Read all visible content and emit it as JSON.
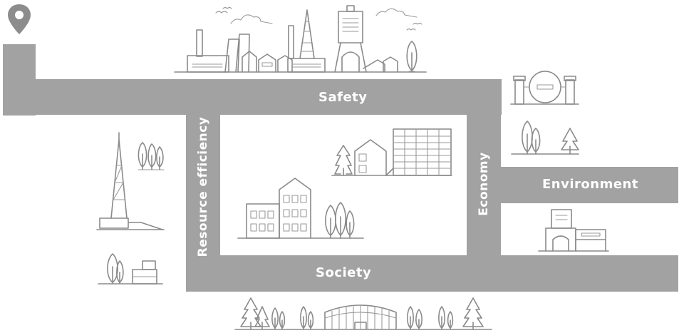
{
  "diagram": {
    "labels": {
      "safety": "Safety",
      "resource_efficiency": "Resource efficiency",
      "economy": "Economy",
      "environment": "Environment",
      "society": "Society"
    },
    "icons": {
      "start": "location-pin-icon",
      "top": "industrial-skyline-icon",
      "upper_right": "storage-tank-icon",
      "right": "trees-icon",
      "right_lower": "factory-building-icon",
      "left_upper": "drilling-rig-icon",
      "left_lower": "shed-icon",
      "center": "city-buildings-icon",
      "bottom": "stadium-forest-icon"
    },
    "colors": {
      "road": "#a2a2a2",
      "line_art": "#8a8a8a",
      "label_text": "#ffffff"
    }
  }
}
